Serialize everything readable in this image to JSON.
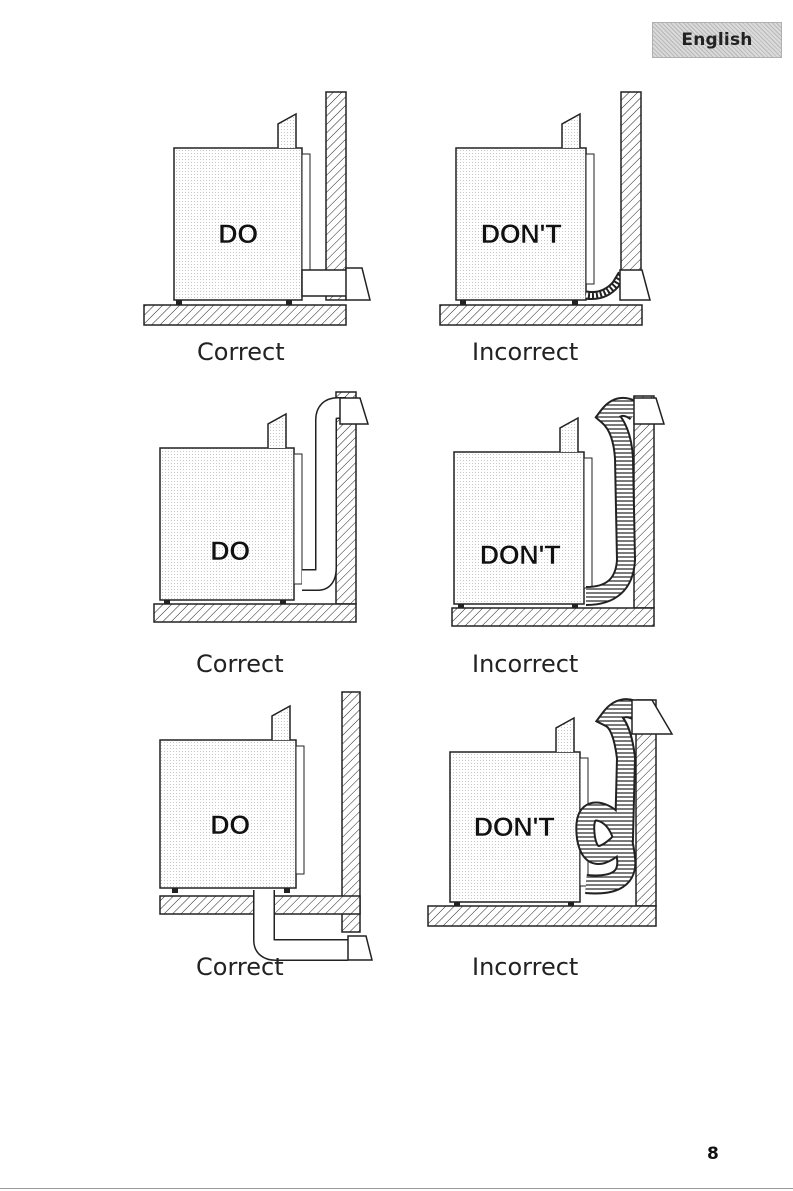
{
  "header": {
    "language_tab": "English"
  },
  "panels": [
    {
      "word": "DO",
      "caption": "Correct"
    },
    {
      "word": "DON'T",
      "caption": "Incorrect"
    },
    {
      "word": "DO",
      "caption": "Correct"
    },
    {
      "word": "DON'T",
      "caption": "Incorrect"
    },
    {
      "word": "DO",
      "caption": "Correct"
    },
    {
      "word": "DON'T",
      "caption": "Incorrect"
    }
  ],
  "footer": {
    "page_number": "8"
  }
}
